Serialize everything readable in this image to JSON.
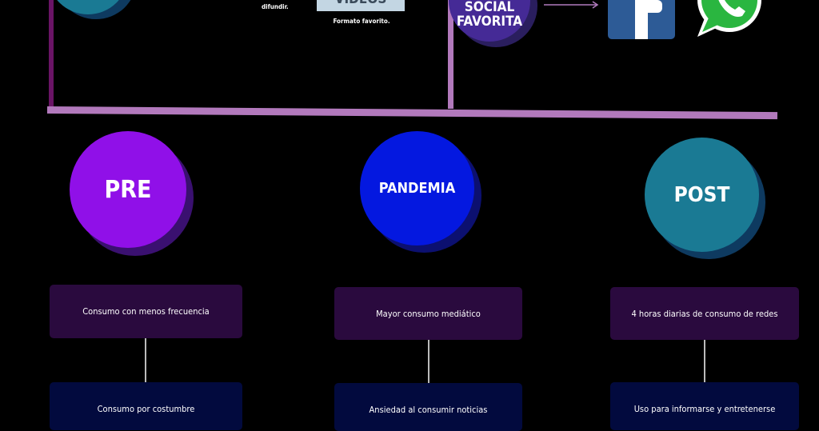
{
  "top": {
    "difundir_text": "difundir.",
    "videos_label": "VIDEOS",
    "videos_caption": "Formato favorito.",
    "social_label_line1": "SOCIAL",
    "social_label_line2": "FAVORITA",
    "icons": [
      "facebook-icon",
      "whatsapp-icon"
    ]
  },
  "stages": [
    {
      "title": "PRE",
      "color": "#9010e8",
      "items": [
        "Consumo con menos frecuencia",
        "Consumo por costumbre"
      ]
    },
    {
      "title": "PANDEMIA",
      "color": "#0418e0",
      "items": [
        "Mayor consumo mediático",
        "Ansiedad al consumir noticias"
      ]
    },
    {
      "title": "POST",
      "color": "#1a7a94",
      "items": [
        "4 horas diarias de consumo de redes",
        "Uso para informarse y entretenerse"
      ]
    }
  ]
}
